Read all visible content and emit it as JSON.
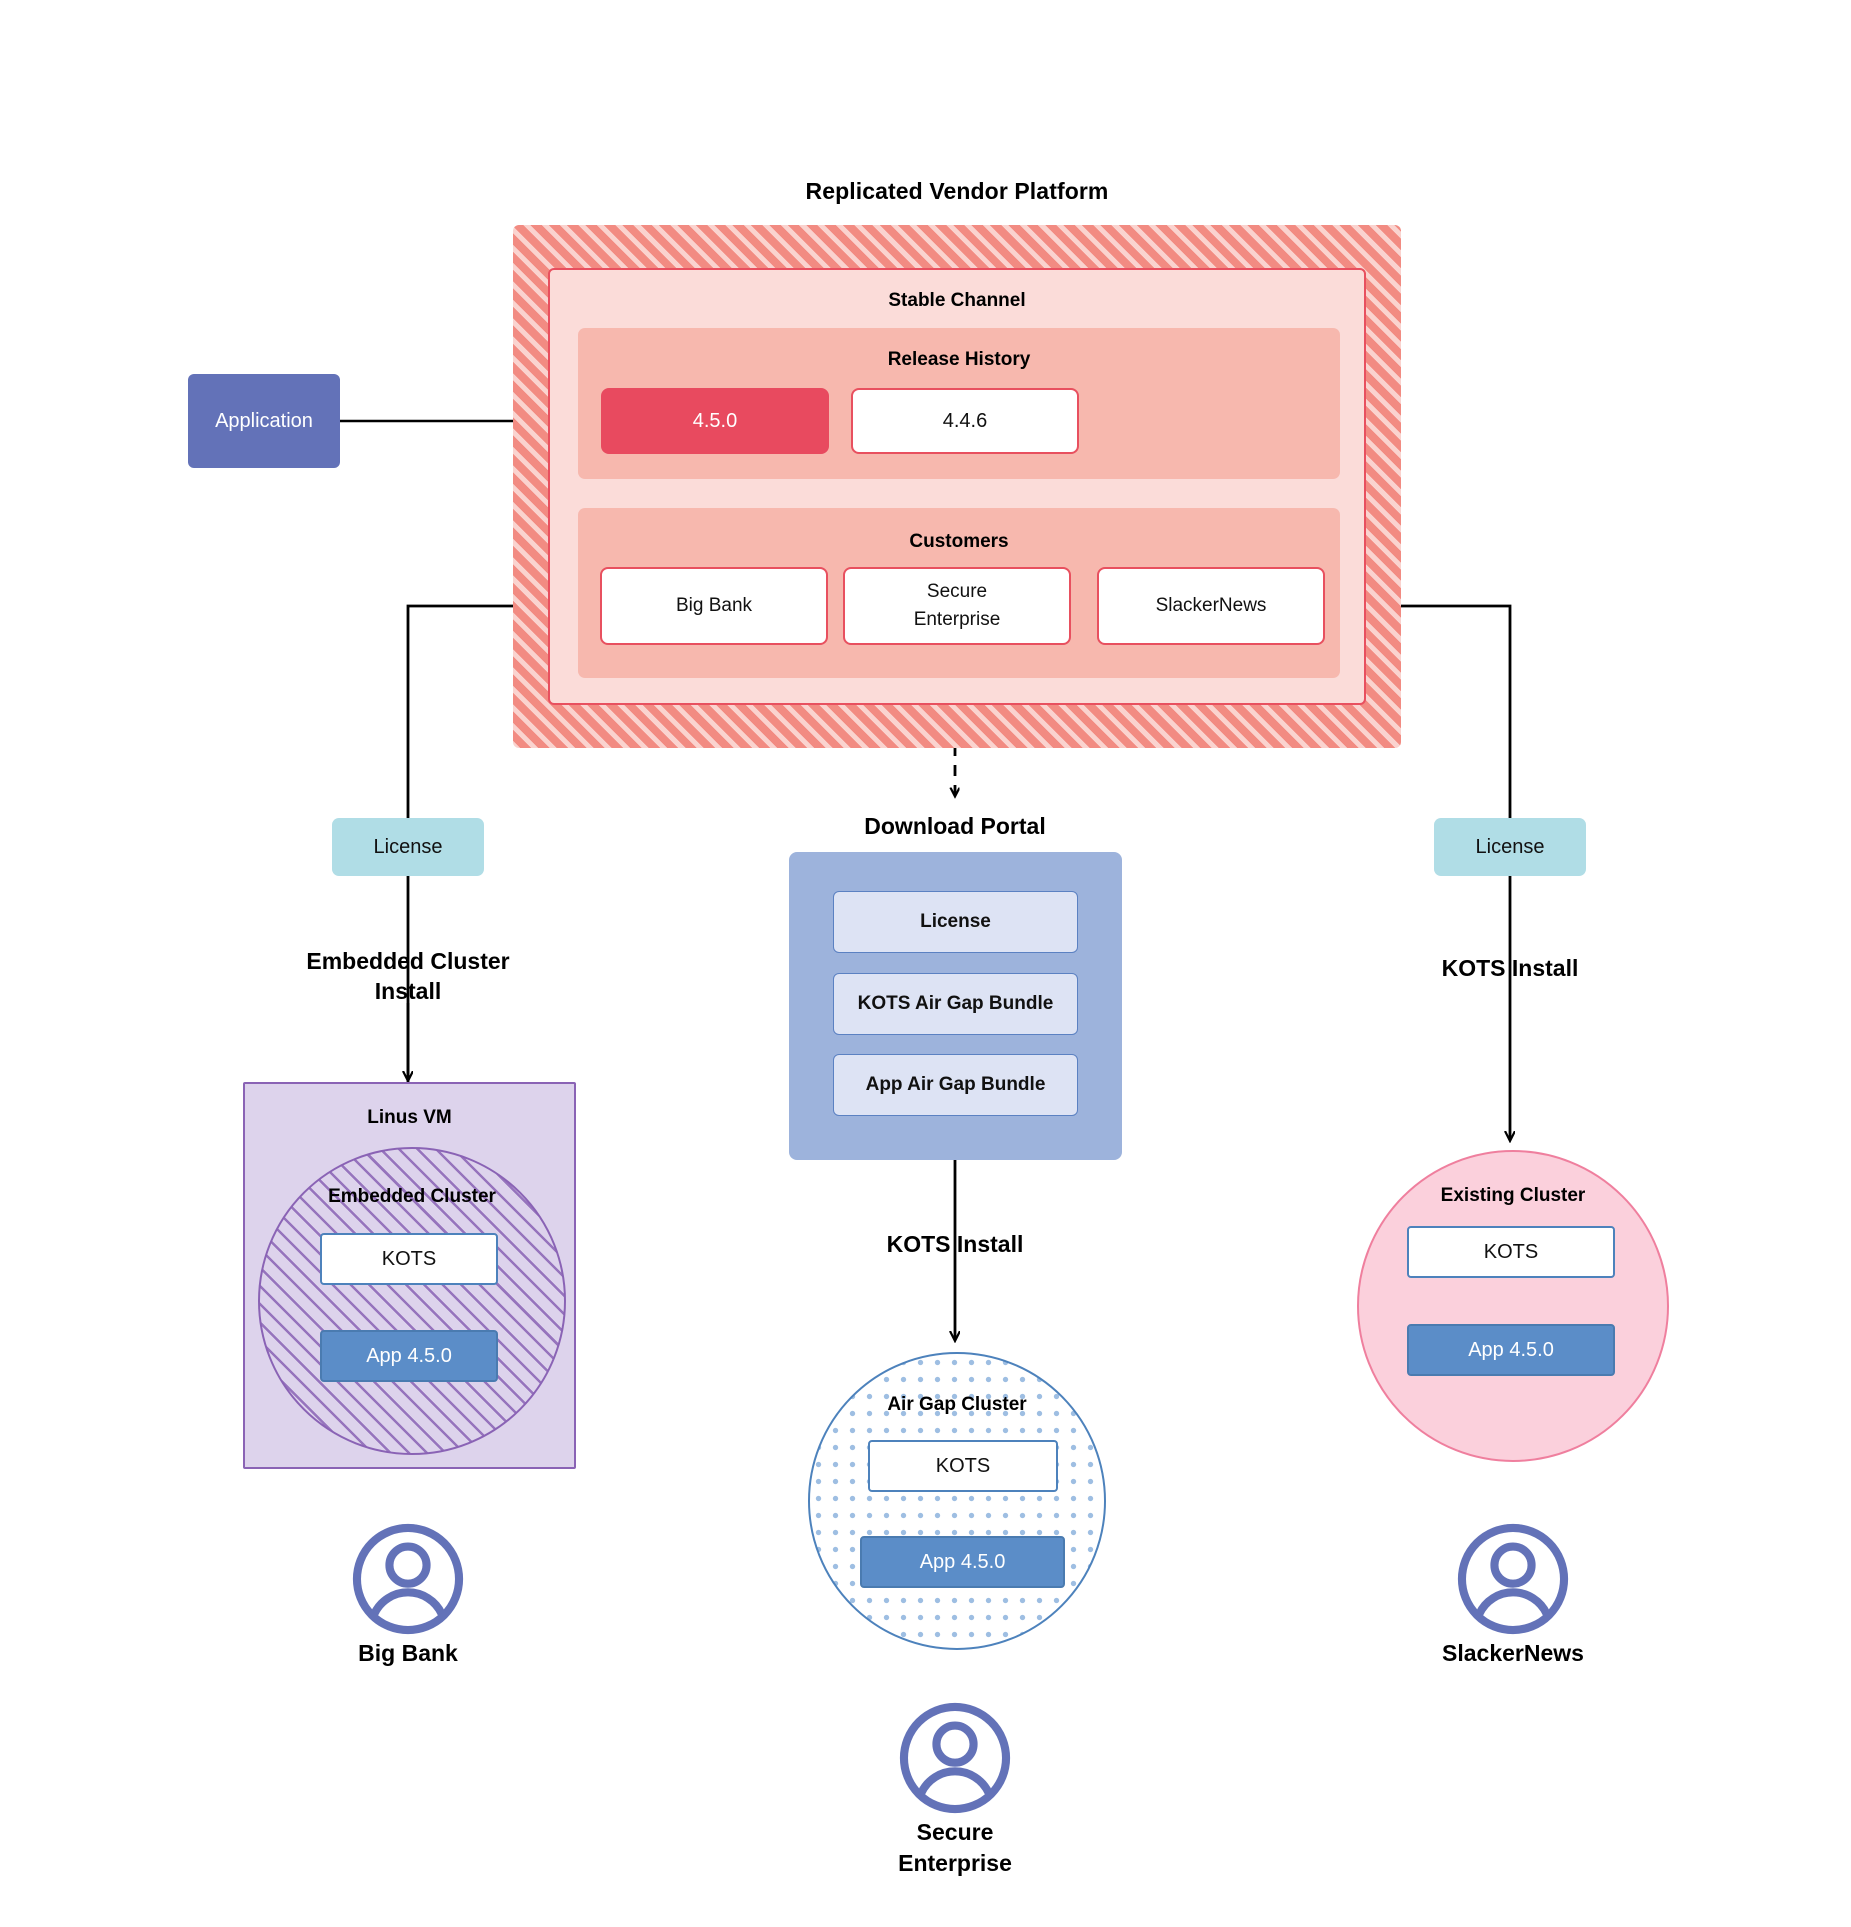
{
  "platform": {
    "title": "Replicated Vendor Platform",
    "channel_title": "Stable Channel",
    "release_history_title": "Release History",
    "releases": [
      {
        "version": "4.5.0",
        "state": "current"
      },
      {
        "version": "4.4.6",
        "state": "previous"
      }
    ],
    "customers_title": "Customers",
    "customers": [
      {
        "name": "Big Bank"
      },
      {
        "name": "Secure\nEnterprise"
      },
      {
        "name": "SlackerNews"
      }
    ]
  },
  "application": {
    "label": "Application"
  },
  "left_flow": {
    "license_label": "License",
    "install_label": "Embedded Cluster\nInstall",
    "vm_title": "Linus VM",
    "cluster_title": "Embedded Cluster",
    "kots_label": "KOTS",
    "app_label": "App 4.5.0",
    "customer_label": "Big Bank"
  },
  "center_flow": {
    "portal_title": "Download  Portal",
    "portal_items": [
      {
        "label": "License"
      },
      {
        "label": "KOTS Air Gap Bundle"
      },
      {
        "label": "App Air Gap Bundle"
      }
    ],
    "install_label": "KOTS Install",
    "cluster_title": "Air Gap Cluster",
    "kots_label": "KOTS",
    "app_label": "App 4.5.0",
    "customer_label": "Secure\nEnterprise"
  },
  "right_flow": {
    "license_label": "License",
    "install_label": "KOTS Install",
    "cluster_title": "Existing Cluster",
    "kots_label": "KOTS",
    "app_label": "App 4.5.0",
    "customer_label": "SlackerNews"
  },
  "colors": {
    "platform_hatch": "#f28b82",
    "channel_bg": "#fbdcd9",
    "panel_bg": "#f7b8ae",
    "accent_red": "#e8505f",
    "release_current": "#e84a5f",
    "app_blue": "#6372b8",
    "license_cyan": "#b0dde6",
    "vm_purple": "#ddd3ec",
    "vm_purple_line": "#8a63b5",
    "portal_blue": "#9db3dc",
    "portal_item": "#dde3f4",
    "app_version_blue": "#5b8dc8",
    "kots_border": "#4d82bc",
    "existing_pink": "#fbd0dc",
    "existing_pink_line": "#ef7f9e",
    "avatar_purple": "#6372b8"
  },
  "icons": {
    "avatar": "user-avatar-icon"
  }
}
